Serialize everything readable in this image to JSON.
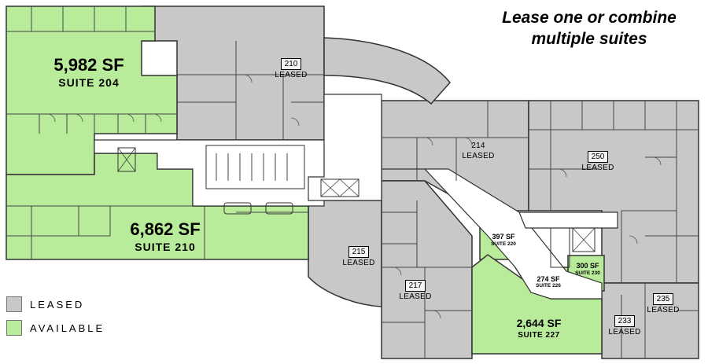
{
  "headline": {
    "line1": "Lease one or combine",
    "line2": "multiple suites"
  },
  "colors": {
    "leased": "#c8c8c8",
    "available": "#b9ec9a",
    "wall": "#333333",
    "corridor": "#ffffff"
  },
  "available_suites": {
    "s204": {
      "sf": "5,982 SF",
      "suite": "SUITE 204"
    },
    "s210": {
      "sf": "6,862 SF",
      "suite": "SUITE 210"
    },
    "s220": {
      "sf": "397 SF",
      "suite": "SUITE 220"
    },
    "s226": {
      "sf": "274 SF",
      "suite": "SUITE 226"
    },
    "s230": {
      "sf": "300 SF",
      "suite": "SUITE 230"
    },
    "s227": {
      "sf": "2,644 SF",
      "suite": "SUITE 227"
    }
  },
  "leased_suites": {
    "s210": {
      "number": "210",
      "status": "LEASED"
    },
    "s214": {
      "number": "214",
      "status": "LEASED"
    },
    "s250": {
      "number": "250",
      "status": "LEASED"
    },
    "s215": {
      "number": "215",
      "status": "LEASED"
    },
    "s217": {
      "number": "217",
      "status": "LEASED"
    },
    "s233": {
      "number": "233",
      "status": "LEASED"
    },
    "s235": {
      "number": "235",
      "status": "LEASED"
    }
  },
  "legend": {
    "leased": "LEASED",
    "available": "AVAILABLE"
  }
}
